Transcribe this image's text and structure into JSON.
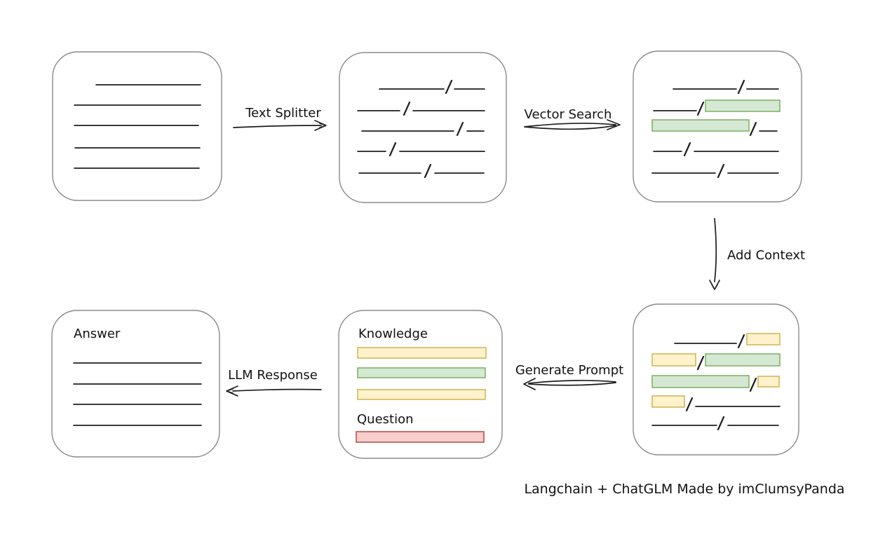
{
  "diagram": {
    "caption": "Langchain + ChatGLM Made by imClumsyPanda",
    "arrows": {
      "text_splitter": "Text Splitter",
      "vector_search": "Vector Search",
      "add_context": "Add Context",
      "generate_prompt": "Generate Prompt",
      "llm_response": "LLM Response"
    },
    "prompt_box": {
      "knowledge_label": "Knowledge",
      "question_label": "Question"
    },
    "answer_box": {
      "label": "Answer"
    },
    "colors": {
      "box_border": "#8a8a8a",
      "ink": "#1e1e1e",
      "green_fill": "#d5e8d4",
      "green_border": "#82b366",
      "yellow_fill": "#fff2cc",
      "yellow_border": "#d6b656",
      "red_fill": "#f8cecc",
      "red_border": "#b85450"
    }
  }
}
